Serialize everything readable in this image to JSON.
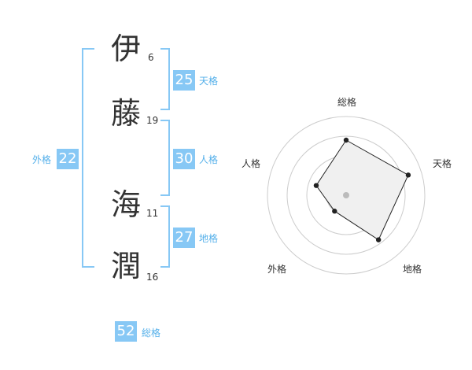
{
  "name": {
    "chars": [
      {
        "char": "伊",
        "strokes": "6"
      },
      {
        "char": "藤",
        "strokes": "19"
      },
      {
        "char": "海",
        "strokes": "11"
      },
      {
        "char": "潤",
        "strokes": "16"
      }
    ]
  },
  "kakusu": {
    "tenkaku": {
      "value": "25",
      "label": "天格"
    },
    "jinkaku": {
      "value": "30",
      "label": "人格"
    },
    "chikaku": {
      "value": "27",
      "label": "地格"
    },
    "gaikaku": {
      "value": "22",
      "label": "外格"
    },
    "soukaku": {
      "value": "52",
      "label": "総格"
    }
  },
  "radar": {
    "axes": [
      "総格",
      "天格",
      "地格",
      "外格",
      "人格"
    ],
    "values": [
      0.7,
      0.83,
      0.7,
      0.25,
      0.4
    ],
    "rings": 4,
    "colors": {
      "grid": "#cccccc",
      "fill": "#f0f0f0",
      "line": "#222222",
      "center": "#bbbbbb"
    }
  }
}
